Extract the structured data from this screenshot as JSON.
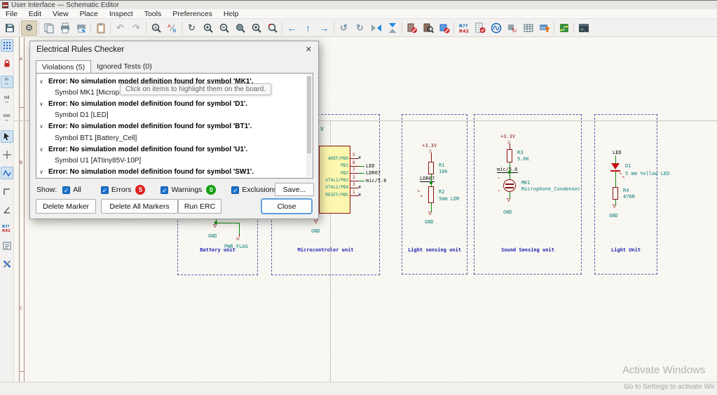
{
  "window": {
    "title": "User Interface — Schematic Editor"
  },
  "menus": [
    "File",
    "Edit",
    "View",
    "Place",
    "Inspect",
    "Tools",
    "Preferences",
    "Help"
  ],
  "toolbar": {
    "icons": [
      "save",
      "schematic-setup",
      "page-settings",
      "print",
      "plot",
      "paste",
      "undo",
      "redo",
      "find",
      "find-replace",
      "refresh",
      "zoom-in",
      "zoom-out",
      "zoom-fit",
      "zoom-objects",
      "zoom-selection",
      "nav-back",
      "nav-up",
      "nav-forward",
      "rotate-ccw",
      "rotate-cw",
      "mirror-horizontal",
      "mirror-vertical",
      "symbol-editor",
      "symbol-browser",
      "footprint-editor",
      "annotate",
      "erc",
      "simulator",
      "assign-footprints",
      "fields-table",
      "bom",
      "pcb-editor",
      "console"
    ],
    "annotate_line1": "R??",
    "annotate_line2": "R42",
    "bom_label": "bom",
    "console_label": ">_",
    "find_letter": "A",
    "replace_letter_a": "A",
    "replace_letter_b": "B"
  },
  "left_toolbar": {
    "icons": [
      "grid",
      "snap-lock",
      "unit-inches",
      "unit-mils",
      "unit-mm",
      "cursor",
      "crosshair-cursor",
      "waveform",
      "hv-wire",
      "any-angle-wire",
      "annotate-small",
      "hidden-fields",
      "properties-tools"
    ],
    "unit_in": "in",
    "unit_mil": "mil",
    "unit_mm": "mm",
    "annotate_label": "R42"
  },
  "erc_dialog": {
    "title": "Electrical Rules Checker",
    "tab_violations": "Violations (5)",
    "tab_ignored": "Ignored Tests (0)",
    "violations": [
      {
        "message": "Error: No simulation model definition found for symbol 'MK1'.",
        "detail": "Symbol MK1 [Microphor"
      },
      {
        "message": "Error: No simulation model definition found for symbol 'D1'.",
        "detail": "Symbol D1 [LED]"
      },
      {
        "message": "Error: No simulation model definition found for symbol 'BT1'.",
        "detail": "Symbol BT1 [Battery_Cell]"
      },
      {
        "message": "Error: No simulation model definition found for symbol 'U1'.",
        "detail": "Symbol U1 [ATtiny85V-10P]"
      },
      {
        "message": "Error: No simulation model definition found for symbol 'SW1'.",
        "detail": ""
      }
    ],
    "tooltip": "Click on items to highlight them on the board.",
    "show_label": "Show:",
    "filter_all": "All",
    "filter_errors": "Errors",
    "errors_count": "5",
    "filter_warnings": "Warnings",
    "warnings_count": "0",
    "filter_exclusions": "Exclusions",
    "save_button": "Save...",
    "delete_marker_button": "Delete Marker",
    "delete_all_button": "Delete All Markers",
    "run_erc_button": "Run ERC",
    "close_button": "Close"
  },
  "schematic": {
    "row_labels": [
      "A",
      "B",
      "C"
    ],
    "mcu_power_hint": "V",
    "battery": {
      "title": "Battery unit",
      "gnd": "GND",
      "pwr_flag": "PWR_FLAG"
    },
    "mcu": {
      "title": "Microcontroler unit",
      "gnd": "GND",
      "pins": [
        {
          "name": "AREF/PB0",
          "num": "5"
        },
        {
          "name": "PB1",
          "num": "6"
        },
        {
          "name": "PB2",
          "num": "7"
        },
        {
          "name": "XTAL1/PB3",
          "num": "2"
        },
        {
          "name": "XTAL2/PB4",
          "num": "3"
        },
        {
          "name": "RESET/PB5",
          "num": "1"
        }
      ],
      "net_led": "LED",
      "net_ldr": "LDR07",
      "net_mic": "mic/5.6"
    },
    "light_sensing": {
      "title": "Light sensing unit",
      "vcc": "+3.3V",
      "r1_ref": "R1",
      "r1_val": "10k",
      "net": "LDR07",
      "r2_ref": "R2",
      "r2_val": "5mm LDR",
      "gnd": "GND"
    },
    "sound": {
      "title": "Sound Sensing unit",
      "vcc": "+3.3V",
      "r3_ref": "R3",
      "r3_val": "5.6K",
      "net": "mic/5.6",
      "mic_ref": "MK1",
      "mic_val": "Microphone_Condenser",
      "gnd": "GND"
    },
    "light_unit": {
      "title": "Light Unit",
      "net": "LED",
      "d_ref": "D1",
      "d_val": "5 mm Yellow LED",
      "r4_ref": "R4",
      "r4_val": "470R",
      "gnd": "GND"
    }
  },
  "colors": {
    "symbol": "#8a1010",
    "wire": "#0a8a0a",
    "value_text": "#0e8080",
    "net_label": "#101010",
    "unit_box": "#5a5aa8",
    "unit_title": "#2424b4",
    "ic_fill": "#fdf6ae",
    "error_badge": "#e02020",
    "ok_badge": "#13a013",
    "accent_blue": "#1e7ad4"
  },
  "watermark": {
    "line1": "Activate Windows",
    "line2": "Go to Settings to activate Wir"
  }
}
